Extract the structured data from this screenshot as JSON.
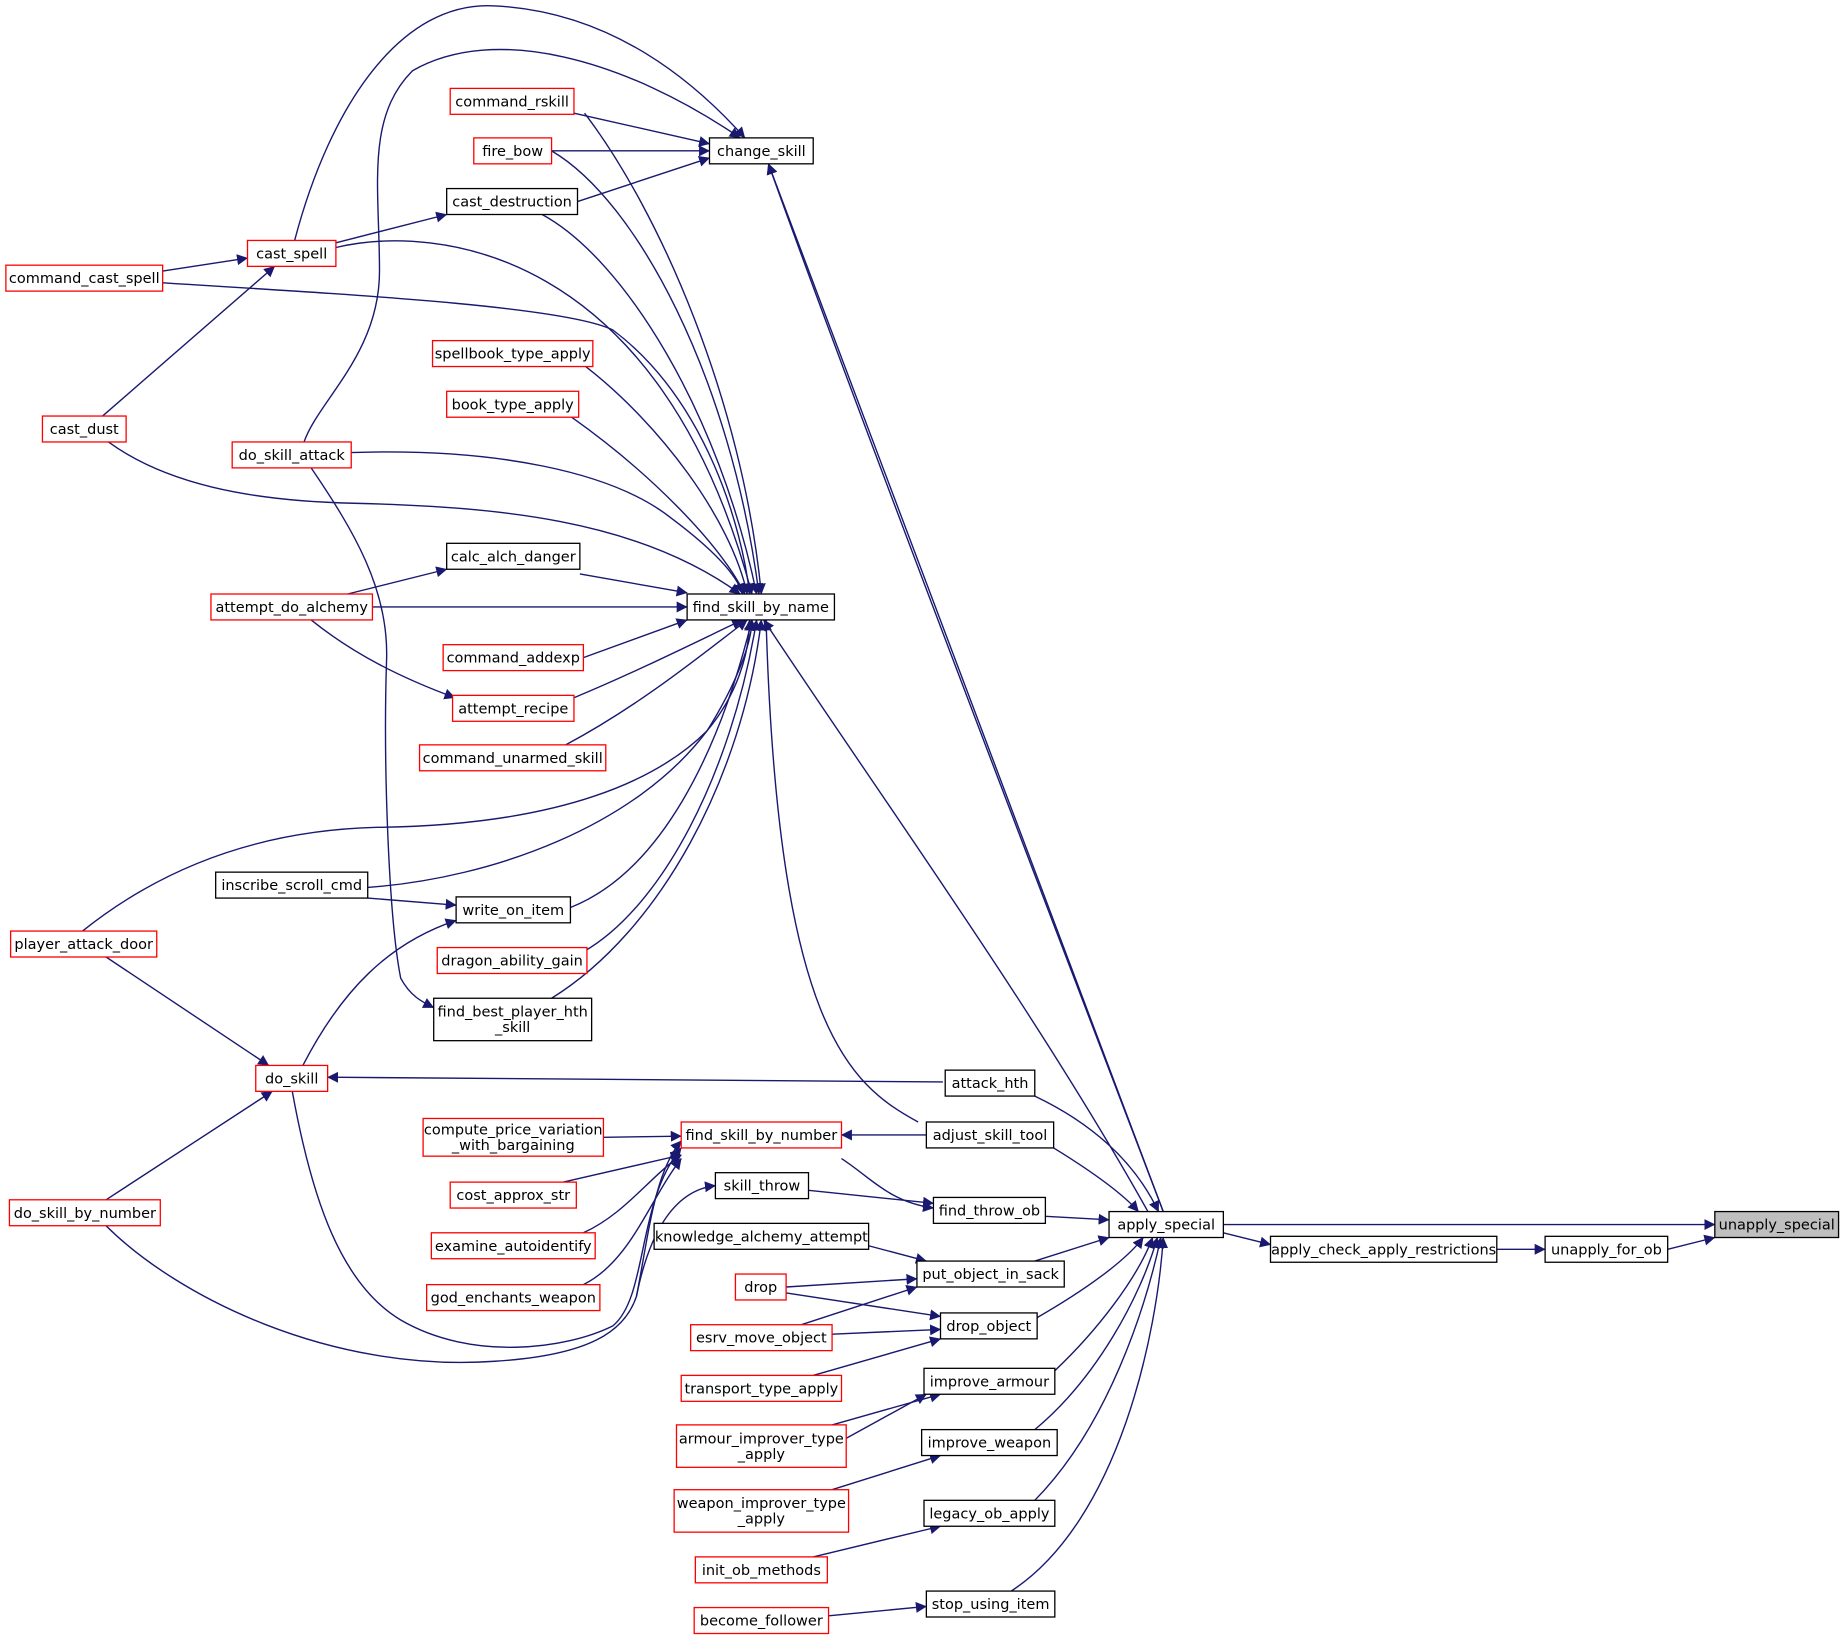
{
  "colors": {
    "edge": "#191970",
    "node_fill": "#ffffff",
    "focus_fill": "#bfbfbf",
    "ref_border": "#ff0000",
    "plain_border": "#000000"
  },
  "nodes": {
    "unapply_special": {
      "label": [
        "unapply_special"
      ],
      "style": "focus"
    },
    "apply_special": {
      "label": [
        "apply_special"
      ],
      "style": "plain"
    },
    "unapply_for_ob": {
      "label": [
        "unapply_for_ob"
      ],
      "style": "plain"
    },
    "apply_check_apply_restrictions": {
      "label": [
        "apply_check_apply_restrictions"
      ],
      "style": "plain"
    },
    "change_skill": {
      "label": [
        "change_skill"
      ],
      "style": "plain"
    },
    "find_skill_by_name": {
      "label": [
        "find_skill_by_name"
      ],
      "style": "plain"
    },
    "attack_hth": {
      "label": [
        "attack_hth"
      ],
      "style": "plain"
    },
    "adjust_skill_tool": {
      "label": [
        "adjust_skill_tool"
      ],
      "style": "plain"
    },
    "find_throw_ob": {
      "label": [
        "find_throw_ob"
      ],
      "style": "plain"
    },
    "put_object_in_sack": {
      "label": [
        "put_object_in_sack"
      ],
      "style": "plain"
    },
    "drop_object": {
      "label": [
        "drop_object"
      ],
      "style": "plain"
    },
    "improve_armour": {
      "label": [
        "improve_armour"
      ],
      "style": "plain"
    },
    "improve_weapon": {
      "label": [
        "improve_weapon"
      ],
      "style": "plain"
    },
    "legacy_ob_apply": {
      "label": [
        "legacy_ob_apply"
      ],
      "style": "plain"
    },
    "stop_using_item": {
      "label": [
        "stop_using_item"
      ],
      "style": "plain"
    },
    "command_rskill": {
      "label": [
        "command_rskill"
      ],
      "style": "ref"
    },
    "fire_bow": {
      "label": [
        "fire_bow"
      ],
      "style": "ref"
    },
    "cast_destruction": {
      "label": [
        "cast_destruction"
      ],
      "style": "plain"
    },
    "cast_spell": {
      "label": [
        "cast_spell"
      ],
      "style": "ref"
    },
    "command_cast_spell": {
      "label": [
        "command_cast_spell"
      ],
      "style": "ref"
    },
    "cast_dust": {
      "label": [
        "cast_dust"
      ],
      "style": "ref"
    },
    "spellbook_type_apply": {
      "label": [
        "spellbook_type_apply"
      ],
      "style": "ref"
    },
    "book_type_apply": {
      "label": [
        "book_type_apply"
      ],
      "style": "ref"
    },
    "do_skill_attack": {
      "label": [
        "do_skill_attack"
      ],
      "style": "ref"
    },
    "calc_alch_danger": {
      "label": [
        "calc_alch_danger"
      ],
      "style": "plain"
    },
    "attempt_do_alchemy": {
      "label": [
        "attempt_do_alchemy"
      ],
      "style": "ref"
    },
    "command_addexp": {
      "label": [
        "command_addexp"
      ],
      "style": "ref"
    },
    "attempt_recipe": {
      "label": [
        "attempt_recipe"
      ],
      "style": "ref"
    },
    "command_unarmed_skill": {
      "label": [
        "command_unarmed_skill"
      ],
      "style": "ref"
    },
    "inscribe_scroll_cmd": {
      "label": [
        "inscribe_scroll_cmd"
      ],
      "style": "plain"
    },
    "write_on_item": {
      "label": [
        "write_on_item"
      ],
      "style": "plain"
    },
    "player_attack_door": {
      "label": [
        "player_attack_door"
      ],
      "style": "ref"
    },
    "dragon_ability_gain": {
      "label": [
        "dragon_ability_gain"
      ],
      "style": "ref"
    },
    "find_best_player_hth_skill": {
      "label": [
        "find_best_player_hth",
        "_skill"
      ],
      "style": "plain"
    },
    "do_skill": {
      "label": [
        "do_skill"
      ],
      "style": "ref"
    },
    "find_skill_by_number": {
      "label": [
        "find_skill_by_number"
      ],
      "style": "ref"
    },
    "compute_price_variation_with_bargaining": {
      "label": [
        "compute_price_variation",
        "_with_bargaining"
      ],
      "style": "ref"
    },
    "cost_approx_str": {
      "label": [
        "cost_approx_str"
      ],
      "style": "ref"
    },
    "skill_throw": {
      "label": [
        "skill_throw"
      ],
      "style": "plain"
    },
    "do_skill_by_number": {
      "label": [
        "do_skill_by_number"
      ],
      "style": "ref"
    },
    "examine_autoidentify": {
      "label": [
        "examine_autoidentify"
      ],
      "style": "ref"
    },
    "knowledge_alchemy_attempt": {
      "label": [
        "knowledge_alchemy_attempt"
      ],
      "style": "plain"
    },
    "god_enchants_weapon": {
      "label": [
        "god_enchants_weapon"
      ],
      "style": "ref"
    },
    "drop": {
      "label": [
        "drop"
      ],
      "style": "ref"
    },
    "esrv_move_object": {
      "label": [
        "esrv_move_object"
      ],
      "style": "ref"
    },
    "transport_type_apply": {
      "label": [
        "transport_type_apply"
      ],
      "style": "ref"
    },
    "armour_improver_type_apply": {
      "label": [
        "armour_improver_type",
        "_apply"
      ],
      "style": "ref"
    },
    "weapon_improver_type_apply": {
      "label": [
        "weapon_improver_type",
        "_apply"
      ],
      "style": "ref"
    },
    "init_ob_methods": {
      "label": [
        "init_ob_methods"
      ],
      "style": "ref"
    },
    "become_follower": {
      "label": [
        "become_follower"
      ],
      "style": "ref"
    }
  }
}
